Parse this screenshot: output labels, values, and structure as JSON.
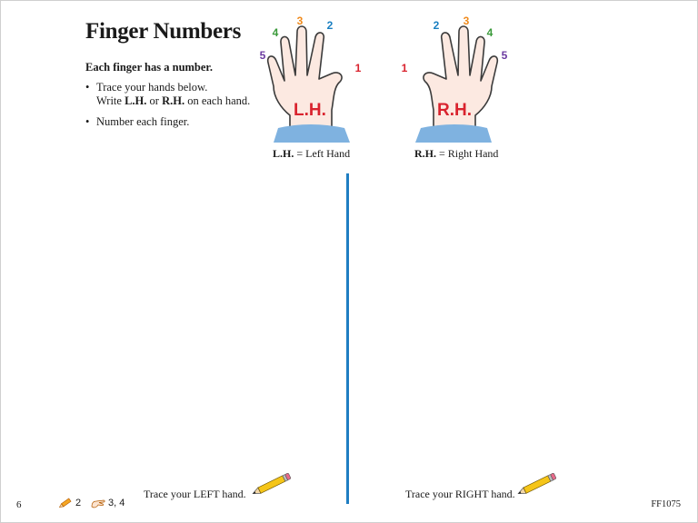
{
  "title": "Finger Numbers",
  "subtitle": "Each finger has a number.",
  "instructions": {
    "trace_line1": "Trace your hands below.",
    "trace_write": "Write",
    "lh_abbrev": "L.H.",
    "or_word": "or",
    "rh_abbrev": "R.H.",
    "trace_tail": "on each hand.",
    "number_line": "Number each finger."
  },
  "left_hand": {
    "label": "L.H.",
    "caption_abbrev": "L.H.",
    "caption_text": "= Left Hand",
    "fingers": [
      "1",
      "2",
      "3",
      "4",
      "5"
    ]
  },
  "right_hand": {
    "label": "R.H.",
    "caption_abbrev": "R.H.",
    "caption_text": "= Right Hand",
    "fingers": [
      "1",
      "2",
      "3",
      "4",
      "5"
    ]
  },
  "trace_left": "Trace your LEFT hand.",
  "trace_right": "Trace your RIGHT hand.",
  "footer": {
    "page_number": "6",
    "pencil_ref": "2",
    "hand_ref": "3, 4",
    "code": "FF1075"
  },
  "colors": {
    "finger_1": "#d9232e",
    "finger_2": "#1a7fc1",
    "finger_3": "#f08a1c",
    "finger_4": "#3a9a3a",
    "finger_5": "#6b3aa0",
    "divider": "#1f7ec2",
    "skin": "#fce9e1",
    "sleeve": "#7fb2e0"
  },
  "icons": [
    "pencil-icon",
    "hand-icon"
  ]
}
